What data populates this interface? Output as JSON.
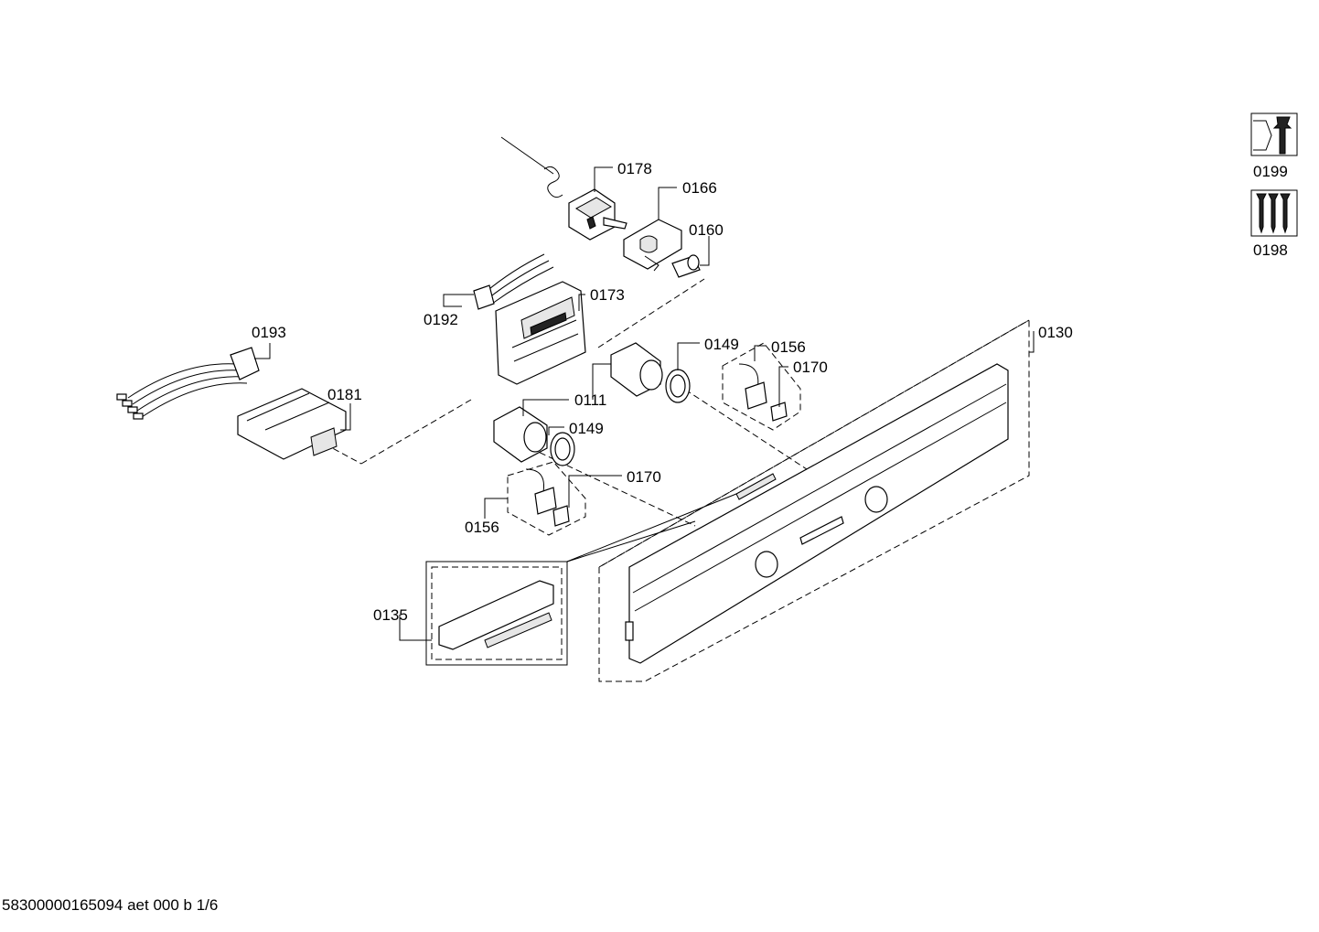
{
  "footer_text": "58300000165094 aet 000 b 1/6",
  "part_labels": {
    "p0178": "0178",
    "p0166": "0166",
    "p0160": "0160",
    "p0192": "0192",
    "p0173": "0173",
    "p0193": "0193",
    "p0181": "0181",
    "p0111": "0111",
    "p0149a": "0149",
    "p0149b": "0149",
    "p0156a": "0156",
    "p0156b": "0156",
    "p0170a": "0170",
    "p0170b": "0170",
    "p0130": "0130",
    "p0135": "0135",
    "p0199": "0199",
    "p0198": "0198"
  },
  "icons": {
    "p0199": "nut-and-wrench-icon",
    "p0198": "screws-icon"
  }
}
